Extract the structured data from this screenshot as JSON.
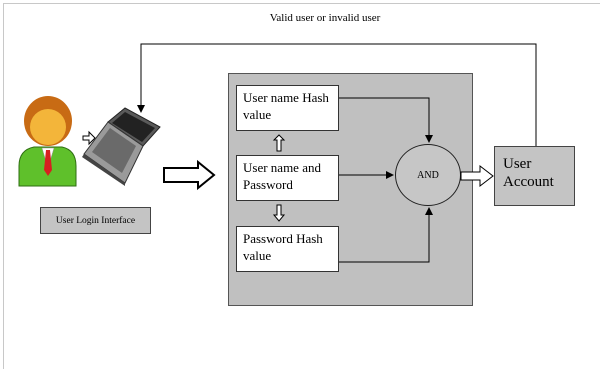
{
  "feedback_label": "Valid user or invalid user",
  "nodes": {
    "username_hash": "User name Hash value",
    "username_password": "User name and Password",
    "password_hash": "Password Hash value",
    "and_gate": "AND",
    "user_account": "User Account",
    "login_interface": "User Login Interface"
  },
  "icons": [
    "user-person-icon",
    "laptop-icon"
  ],
  "colors": {
    "panel": "#c0c0c0",
    "box": "#ffffff",
    "node": "#c4c4c4"
  }
}
